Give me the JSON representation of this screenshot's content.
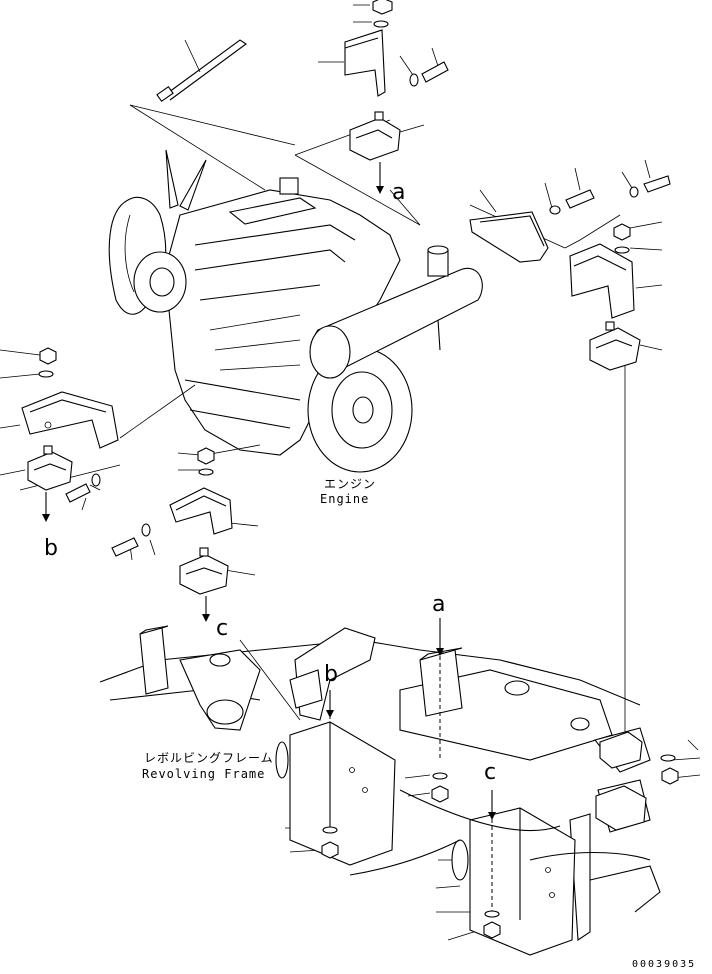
{
  "labels": {
    "engine_jp": "エンジン",
    "engine_en": "Engine",
    "frame_jp": "レボルビングフレーム",
    "frame_en": "Revolving Frame",
    "ref_a_top": "a",
    "ref_b_left": "b",
    "ref_c_left": "c",
    "ref_a_frame": "a",
    "ref_b_frame": "b",
    "ref_c_frame": "c",
    "doc_number": "00039035"
  },
  "colors": {
    "line": "#000000",
    "background": "#ffffff"
  },
  "icons": [
    "engine-assembly",
    "engine-mount-bracket",
    "rubber-mount",
    "bolt",
    "washer",
    "nut",
    "revolving-frame",
    "arrow-down"
  ]
}
